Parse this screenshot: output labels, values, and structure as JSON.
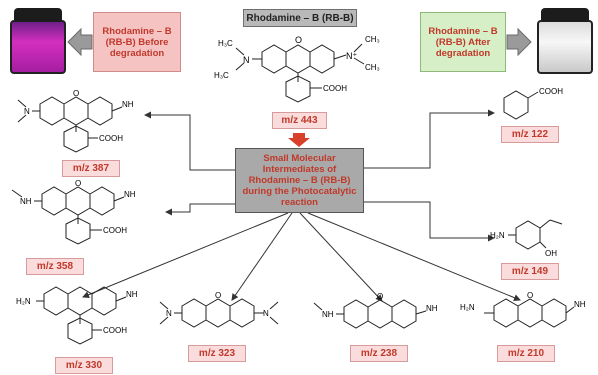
{
  "main": {
    "title": "Rhodamine – B (RB-B)",
    "before_label": "Rhodamine – B (RB-B) Before degradation",
    "after_label": "Rhodamine – B (RB-B) After degradation",
    "center_label": "Small Molecular Intermediates of Rhodamine – B (RB-B) during the Photocatalytic reaction",
    "parent_mz": "m/z 443"
  },
  "intermediates": [
    {
      "mz": "m/z 387"
    },
    {
      "mz": "m/z 358"
    },
    {
      "mz": "m/z 330"
    },
    {
      "mz": "m/z 323"
    },
    {
      "mz": "m/z 238"
    },
    {
      "mz": "m/z 210"
    },
    {
      "mz": "m/z 122"
    },
    {
      "mz": "m/z 149"
    }
  ],
  "chem_labels": {
    "nh": "NH",
    "h2n": "H₂N",
    "n": "N",
    "nplus": "N⁺",
    "o": "O",
    "oh": "OH",
    "cooh": "COOH",
    "h3c": "H₃C",
    "ch3": "CH₃"
  },
  "colors": {
    "label_red": "#c0392b",
    "pink_box": "#f6c3c3",
    "green_box": "#d7efc6",
    "center_box": "#a9a9a9",
    "arrow_red": "#d9402b",
    "vial_before": "#d42fbf",
    "vial_after": "#f7f7f7"
  }
}
